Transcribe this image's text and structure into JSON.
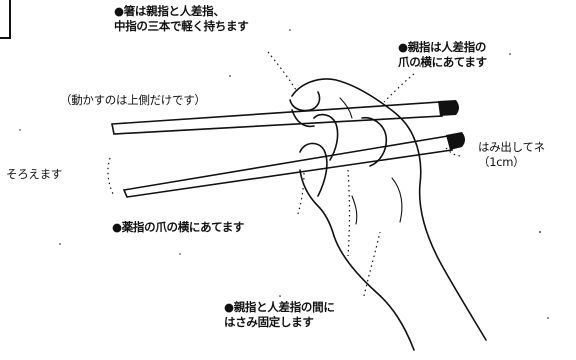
{
  "annotations": {
    "grip_three_fingers": "●箸は親指と人差指、\n中指の三本で軽く持ちます",
    "thumb_at_nail": "●親指は人差指の\n爪の横にあてます",
    "move_upper_only": "（動かすのは上側だけです）",
    "align_tips": "そろえます",
    "stick_out": "はみ出してネ\n（1cm）",
    "ring_finger_nail": "●薬指の爪の横にあてます",
    "clamp_between": "●親指と人差指の間に\nはさみ固定します"
  },
  "colors": {
    "line": "#111111",
    "chopstick_tip": "#111111",
    "background": "#ffffff"
  }
}
